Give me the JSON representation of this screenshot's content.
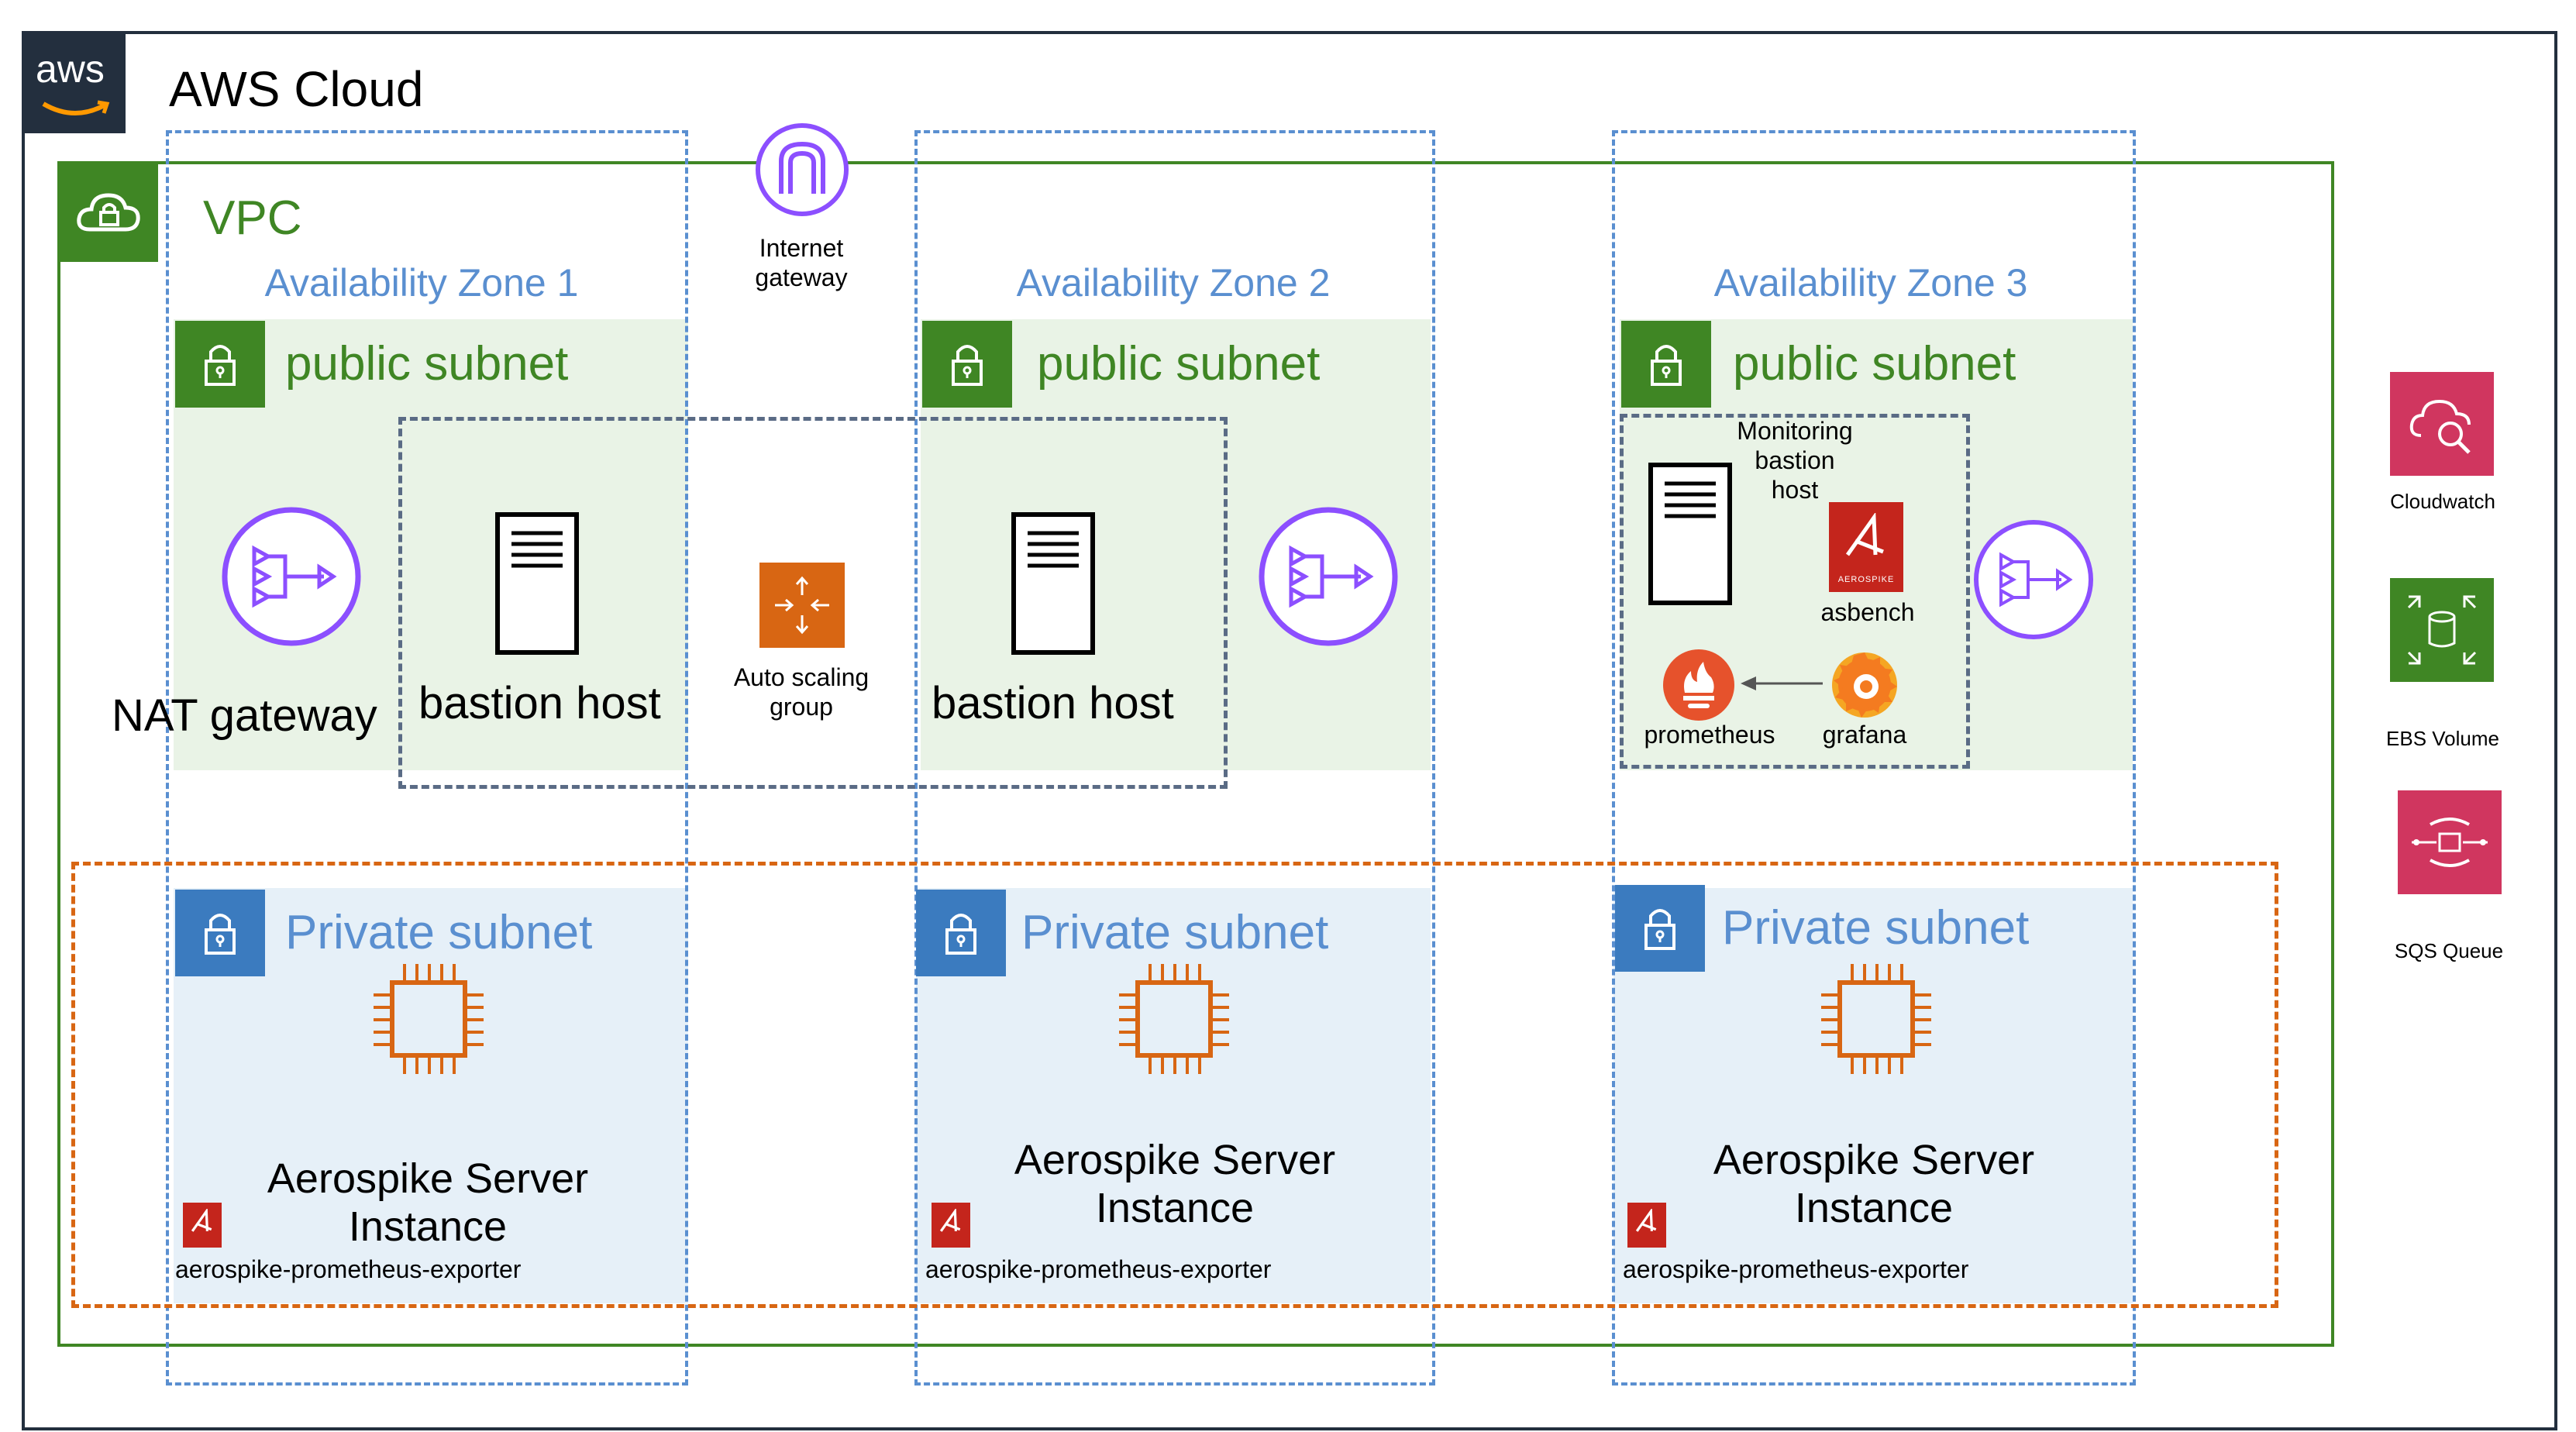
{
  "cloud": {
    "title": "AWS Cloud",
    "logo_text": "aws"
  },
  "vpc": {
    "label": "VPC"
  },
  "internet_gateway": {
    "label_line1": "Internet",
    "label_line2": "gateway"
  },
  "availability_zones": [
    {
      "label": "Availability Zone 1"
    },
    {
      "label": "Availability Zone 2"
    },
    {
      "label": "Availability Zone 3"
    }
  ],
  "public_subnets": [
    {
      "label": "public subnet"
    },
    {
      "label": "public subnet"
    },
    {
      "label": "public subnet"
    }
  ],
  "private_subnets": [
    {
      "label": "Private subnet",
      "instance_line1": "Aerospike Server",
      "instance_line2": "Instance",
      "exporter": "aerospike-prometheus-exporter"
    },
    {
      "label": "Private subnet",
      "instance_line1": "Aerospike Server",
      "instance_line2": "Instance",
      "exporter": "aerospike-prometheus-exporter"
    },
    {
      "label": "Private subnet",
      "instance_line1": "Aerospike Server",
      "instance_line2": "Instance",
      "exporter": "aerospike-prometheus-exporter"
    }
  ],
  "nat_gateway": {
    "label": "NAT gateway"
  },
  "bastion_hosts": [
    {
      "label": "bastion host"
    },
    {
      "label": "bastion host"
    }
  ],
  "auto_scaling": {
    "label_line1": "Auto scaling",
    "label_line2": "group"
  },
  "monitoring": {
    "label_line1": "Monitoring",
    "label_line2": "bastion",
    "label_line3": "host",
    "asbench": "asbench",
    "prometheus": "prometheus",
    "grafana": "grafana",
    "aerospike_wordmark": "AEROSPIKE"
  },
  "services": [
    {
      "label": "Cloudwatch",
      "icon": "cloudwatch-icon"
    },
    {
      "label": "EBS Volume",
      "icon": "ebs-volume-icon"
    },
    {
      "label": "SQS Queue",
      "icon": "sqs-queue-icon"
    }
  ],
  "colors": {
    "vpc_green": "#3f8624",
    "public_fill": "#e9f3e6",
    "private_fill": "#e6f0f8",
    "az_dash": "#5a8fd0",
    "private_blue": "#3b7bbf",
    "orange_dash": "#d86613",
    "asg_dash": "#5a6b85",
    "purple": "#8c4fff",
    "aerospike_red": "#c4251c",
    "cloudwatch_pink": "#d0365f",
    "ebs_green": "#3f8624",
    "ec2_orange": "#d86613"
  }
}
